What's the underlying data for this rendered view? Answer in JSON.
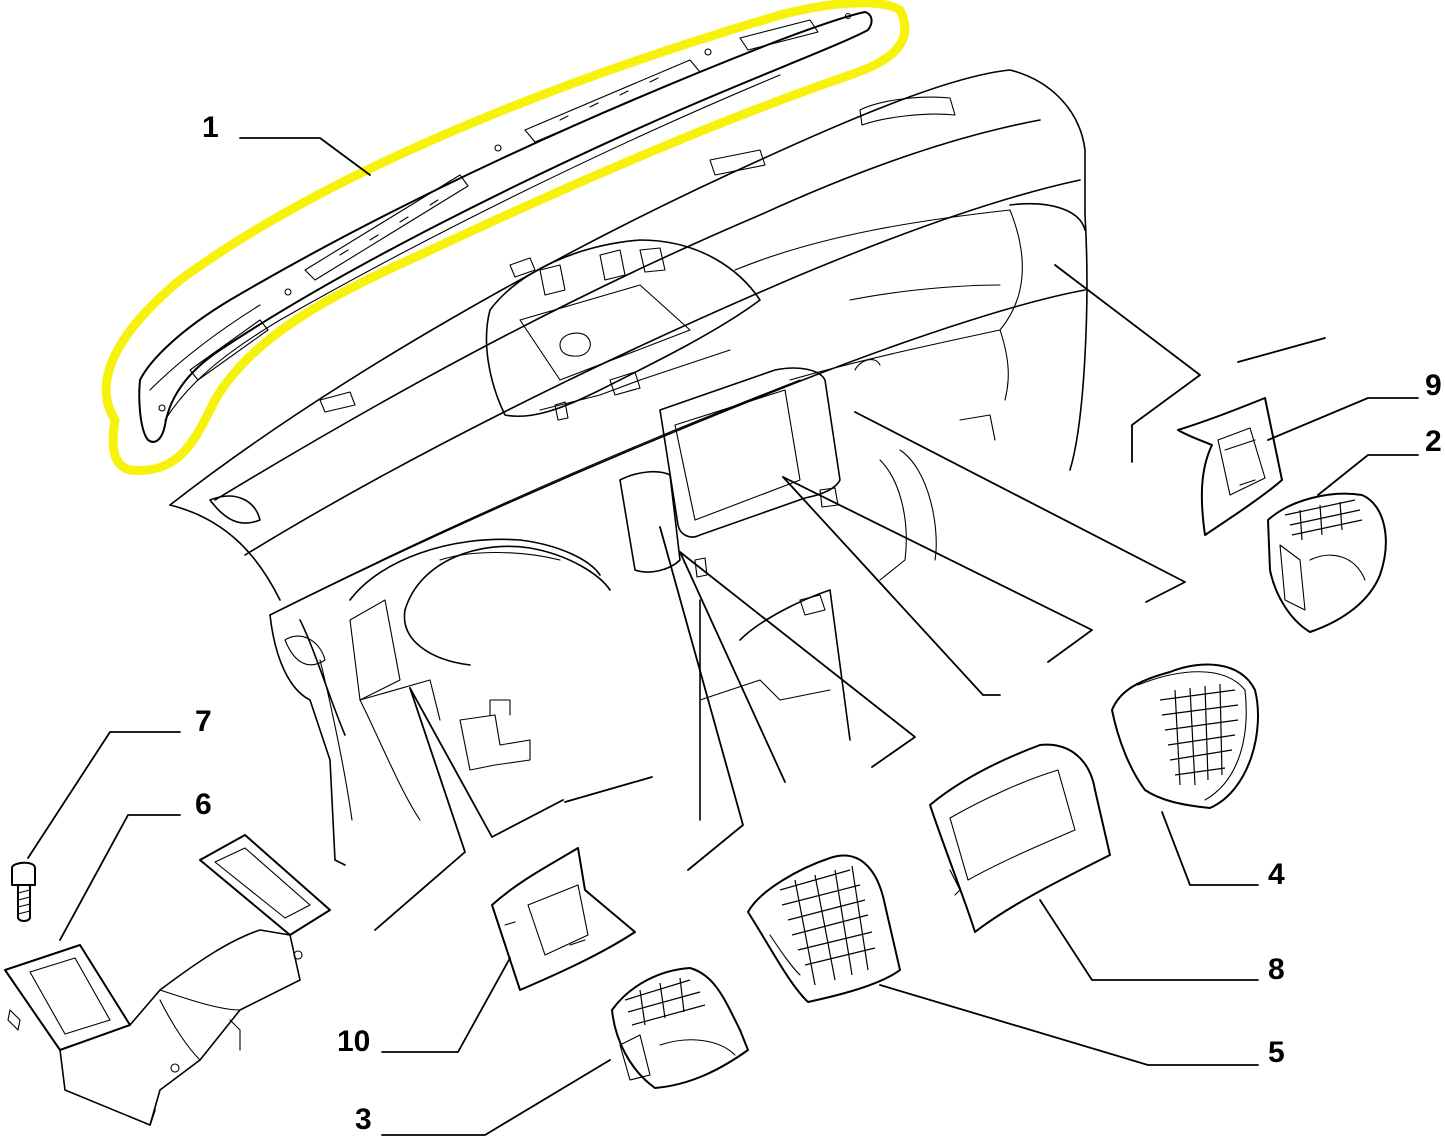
{
  "highlight_color": "#f7f20c",
  "callouts": [
    {
      "id": "1",
      "label": "1"
    },
    {
      "id": "2",
      "label": "2"
    },
    {
      "id": "3",
      "label": "3"
    },
    {
      "id": "4",
      "label": "4"
    },
    {
      "id": "5",
      "label": "5"
    },
    {
      "id": "6",
      "label": "6"
    },
    {
      "id": "7",
      "label": "7"
    },
    {
      "id": "8",
      "label": "8"
    },
    {
      "id": "9",
      "label": "9"
    },
    {
      "id": "10",
      "label": "10"
    }
  ]
}
